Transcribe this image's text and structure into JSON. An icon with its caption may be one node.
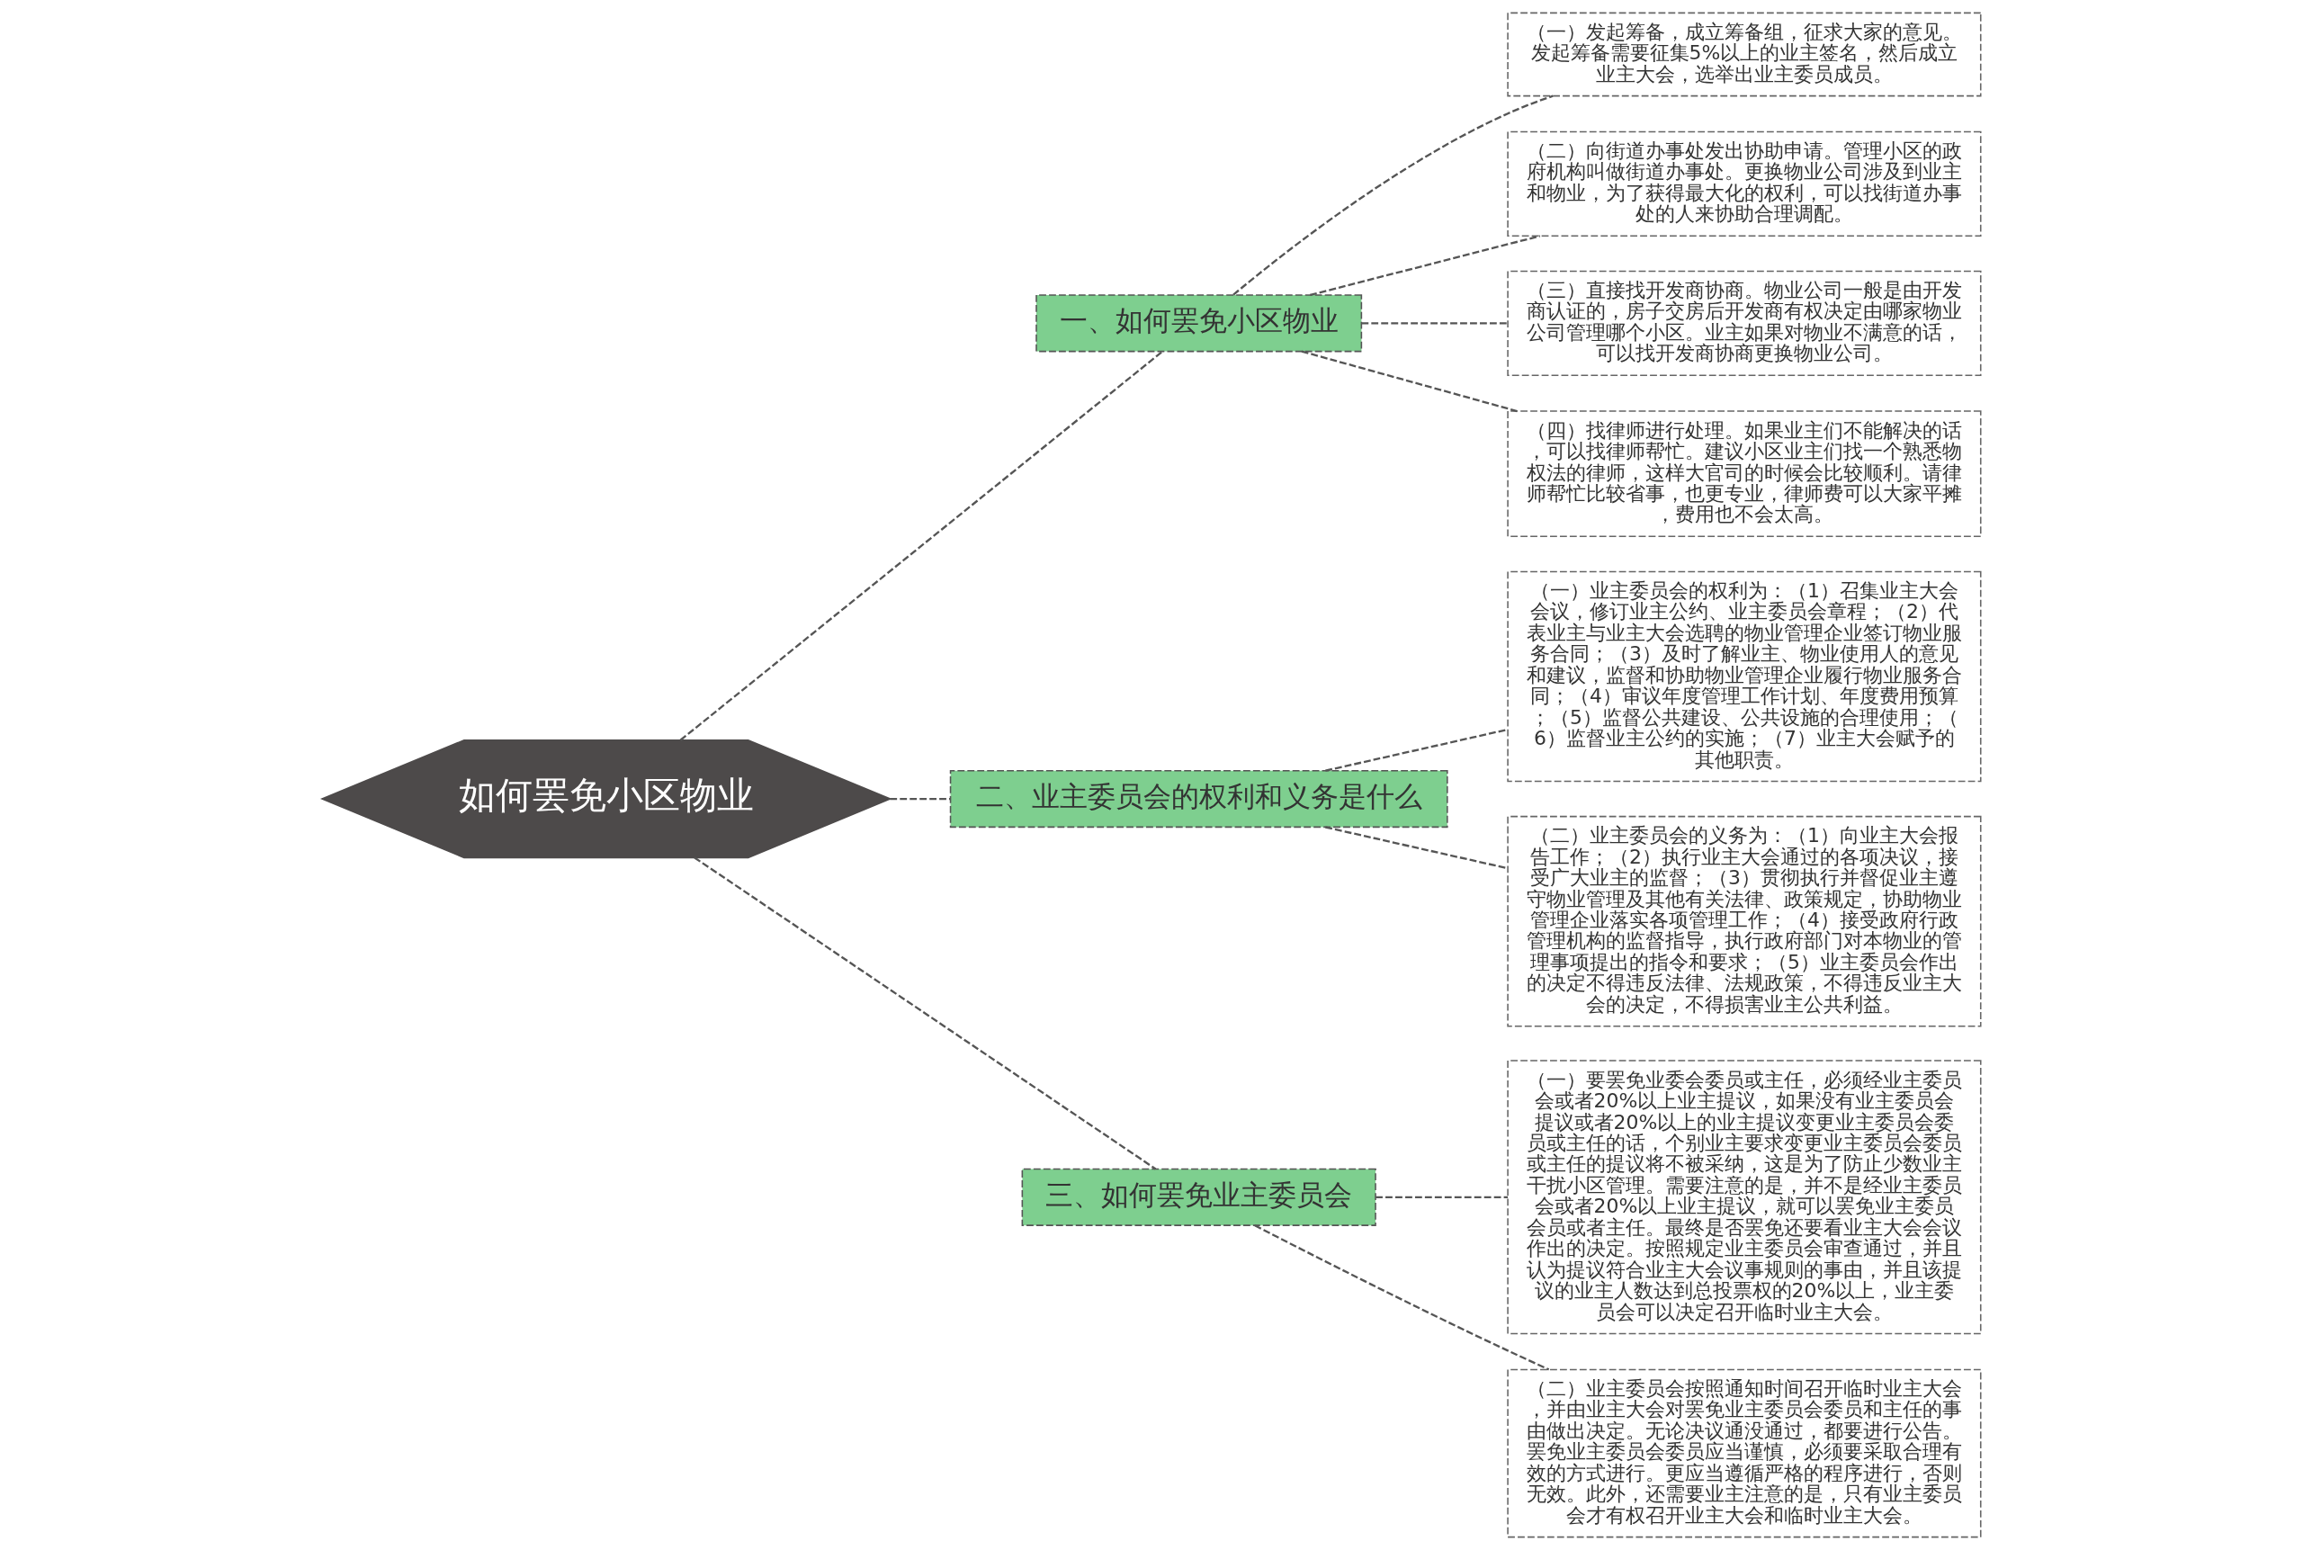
{
  "diagram": {
    "nodes": [
      {
        "text": [
          "如何罢免小区物业"
        ]
      },
      {
        "text": [
          "一、如何罢免小区物业"
        ]
      },
      {
        "text": [
          "（一）发起筹备，成立筹备组，征求大家的意见。发起筹备需要征集5%以上的业主签名，然后成立业主大会，选举出业主委员成员。"
        ]
      },
      {
        "text": [
          "（二）向街道办事处发出协助申请。管理小区的政府机构叫做街道办事处。更换物业公司涉及到业主和物业，为了获得最大化的权利，可以找街道办事处的人来协助合理调配。"
        ]
      },
      {
        "text": [
          "（三）直接找开发商协商。物业公司一般是由开发商认证的，房子交房后开发商有权决定由哪家物业公司管理哪个小区。业主如果对物业不满意的话，可以找开发商协商更换物业公司。"
        ]
      },
      {
        "text": [
          "（四）找律师进行处理。如果业主们不能解决的话，可以找律师帮忙。建议小区业主们找一个熟悉物权法的律师，这样大官司的时候会比较顺利。请律师帮忙比较省事，也更专业，律师费可以大家平摊，费用也不会太高。"
        ]
      },
      {
        "text": [
          "二、业主委员会的权利和义务是什么"
        ]
      },
      {
        "text": [
          "（一）业主委员会的权利为：（1）召集业主大会会议，修订业主公约、业主委员会章程；（2）代表业主与业主大会选聘的物业管理企业签订物业服务合同；（3）及时了解业主、物业使用人的意见和建议，监督和协助物业管理企业履行物业服务合同；（4）审议年度管理工作计划、年度费用预算；（5）监督公共建设、公共设施的合理使用；（6）监督业主公约的实施；（7）业主大会赋予的其他职责。"
        ]
      },
      {
        "text": [
          "（二）业主委员会的义务为：（1）向业主大会报告工作；（2）执行业主大会通过的各项决议，接受广大业主的监督；（3）贯彻执行并督促业主遵守物业管理及其他有关法律、政策规定，协助物业管理企业落实各项管理工作；（4）接受政府行政管理机构的监督指导，执行政府部门对本物业的管理事项提出的指令和要求；（5）业主委员会作出的决定不得违反法律、法规政策，不得违反业主大会的决定，不得损害业主公共利益。"
        ]
      },
      {
        "text": [
          "三、如何罢免业主委员会"
        ]
      },
      {
        "text": [
          "（一）要罢免业委会委员或主任，必须经业主委员会或者20%以上业主提议，如果没有业主委员会提议或者20%以上的业主提议变更业主委员会委员或主任的话，个别业主要求变更业主委员会委员或主任的提议将不被采纳，这是为了防止少数业主干扰小区管理。需要注意的是，并不是经业主委员会或者20%以上业主提议，就可以罢免业主委员会员或者主任。最终是否罢免还要看业主大会会议作出的决定。按照规定业主委员会审查通过，并且认为提议符合业主大会议事规则的事由，并且该提议的业主人数达到总投票权的20%以上，业主委员会可以决定召开临时业主大会。"
        ]
      },
      {
        "text": [
          "（二）业主委员会按照通知时间召开临时业主大会，并由业主大会对罢免业主委员会委员和主任的事由做出决定。无论决议通没通过，都要进行公告。罢免业主委员会委员应当谨慎，必须要采取合理有效的方式进行。更应当遵循严格的程序进行，否则无效。此外，还需要业主注意的是，只有业主委员会才有权召开业主大会和临时业主大会。"
        ]
      }
    ],
    "edges": [
      {
        "from": 0,
        "to": 1,
        "arrow": "none",
        "style": "dashed"
      },
      {
        "from": 1,
        "to": 2,
        "arrow": "none",
        "style": "dashed"
      },
      {
        "from": 1,
        "to": 3,
        "arrow": "none",
        "style": "dashed"
      },
      {
        "from": 1,
        "to": 4,
        "arrow": "none",
        "style": "dashed"
      },
      {
        "from": 1,
        "to": 5,
        "arrow": "none",
        "style": "dashed"
      },
      {
        "from": 0,
        "to": 6,
        "arrow": "none",
        "style": "dashed"
      },
      {
        "from": 6,
        "to": 7,
        "arrow": "none",
        "style": "dashed"
      },
      {
        "from": 6,
        "to": 8,
        "arrow": "none",
        "style": "dashed"
      },
      {
        "from": 0,
        "to": 9,
        "arrow": "none",
        "style": "dashed"
      },
      {
        "from": 9,
        "to": 10,
        "arrow": "none",
        "style": "dashed"
      },
      {
        "from": 9,
        "to": 11,
        "arrow": "none",
        "style": "dashed"
      }
    ]
  }
}
